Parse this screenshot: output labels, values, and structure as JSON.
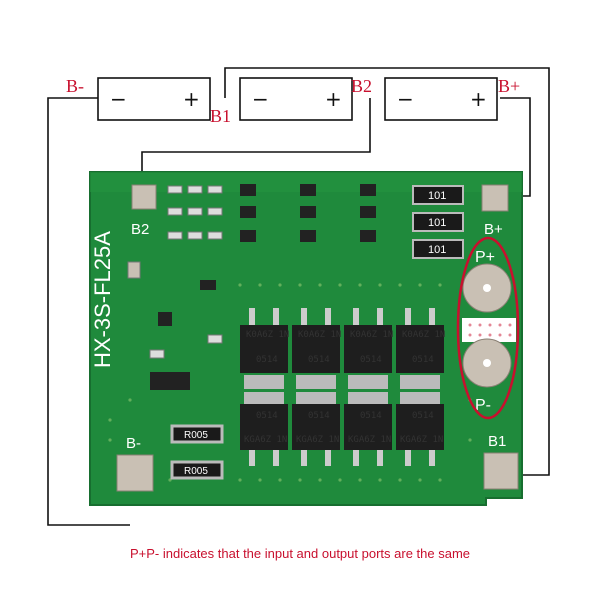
{
  "battery_labels": {
    "b_minus": "B-",
    "b1": "B1",
    "b2": "B2",
    "b_plus": "B+"
  },
  "cell_symbols": {
    "minus": "−",
    "plus": "+"
  },
  "board": {
    "model": "HX-3S-FL25A",
    "pad_b2": "B2",
    "pad_b_plus": "B+",
    "pad_b_minus": "B-",
    "pad_b1": "B1",
    "port_p_plus": "P+",
    "port_p_minus": "P-",
    "resistor_101": "101",
    "resistor_r005": "R005",
    "mosfet_top": "K0A6Z 1N",
    "mosfet_top_code": "0514",
    "mosfet_bottom": "KGA6Z 1N",
    "mosfet_bottom_code": "0514"
  },
  "colors": {
    "pcb": "#1f8a3c",
    "pcb_edge": "#176e2f",
    "accent_red": "#c8102e",
    "pad": "#c9c0b4"
  },
  "caption": "P+P- indicates that the input and output ports are the same"
}
